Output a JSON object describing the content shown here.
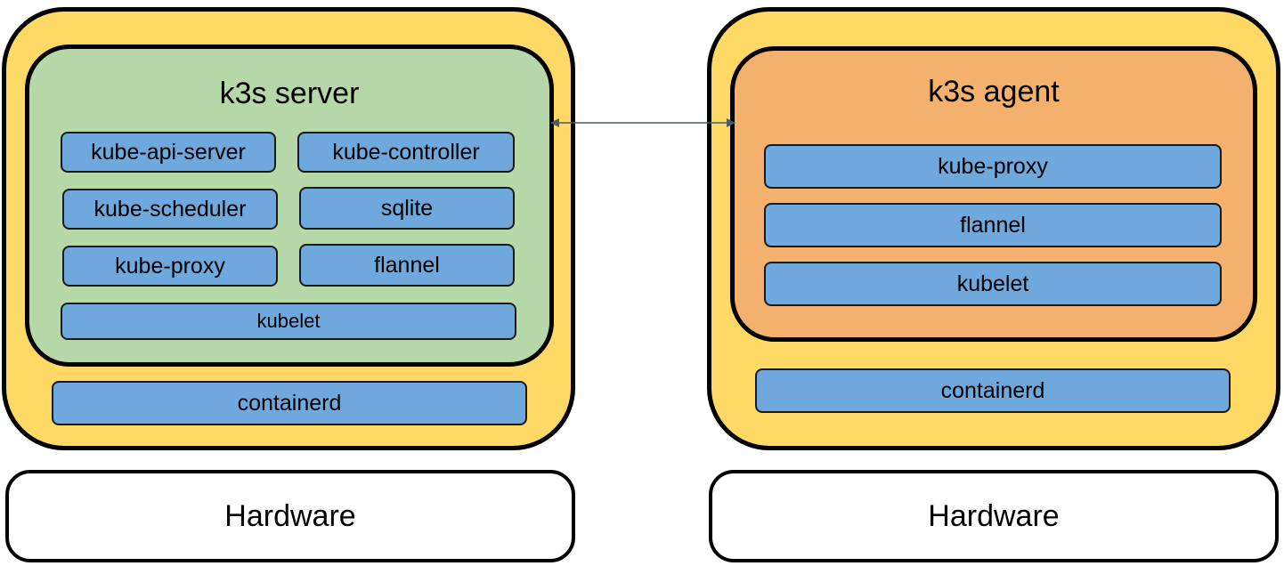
{
  "colors": {
    "node_fill": "#FFD966",
    "server_fill": "#B6D7A8",
    "agent_fill": "#F4B16D",
    "component_fill": "#6FA8DC",
    "connector": "#4a5c6a"
  },
  "server_node": {
    "title": "k3s server",
    "components": {
      "api_server": "kube-api-server",
      "controller": "kube-controller",
      "scheduler": "kube-scheduler",
      "sqlite": "sqlite",
      "proxy": "kube-proxy",
      "flannel": "flannel",
      "kubelet": "kubelet"
    },
    "runtime": "containerd",
    "hardware": "Hardware"
  },
  "agent_node": {
    "title": "k3s agent",
    "components": {
      "proxy": "kube-proxy",
      "flannel": "flannel",
      "kubelet": "kubelet"
    },
    "runtime": "containerd",
    "hardware": "Hardware"
  }
}
